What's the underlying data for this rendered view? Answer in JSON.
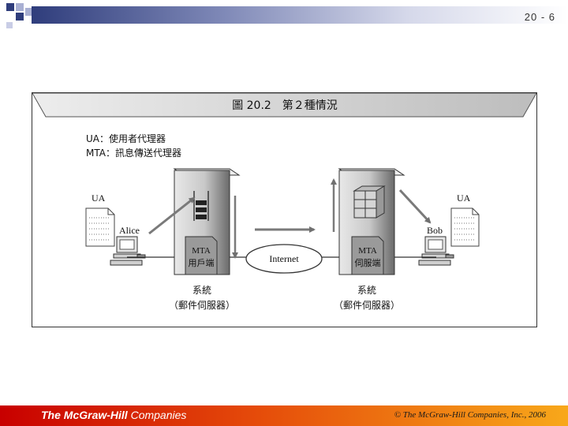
{
  "page_number": "20 - 6",
  "figure": {
    "title": "圖 20.2　第２種情況",
    "legend_ua": "UA：使用者代理器",
    "legend_mta": "MTA：訊息傳送代理器",
    "left_ua_label": "UA",
    "right_ua_label": "UA",
    "alice": "Alice",
    "bob": "Bob",
    "mta_left_line1": "MTA",
    "mta_left_line2": "用戶端",
    "mta_right_line1": "MTA",
    "mta_right_line2": "伺服端",
    "internet": "Internet",
    "left_system_line1": "系統",
    "left_system_line2": "（郵件伺服器）",
    "right_system_line1": "系統",
    "right_system_line2": "（郵件伺服器）"
  },
  "footer": {
    "publisher_bold": "The McGraw-Hill",
    "publisher_thin": " Companies",
    "copyright": "© The McGraw-Hill Companies, Inc., 2006"
  },
  "colors": {
    "header_dark": "#2f3d7c",
    "footer_red": "#c80000",
    "footer_orange": "#f8a81a",
    "arrow_gray": "#7a7a7a"
  }
}
